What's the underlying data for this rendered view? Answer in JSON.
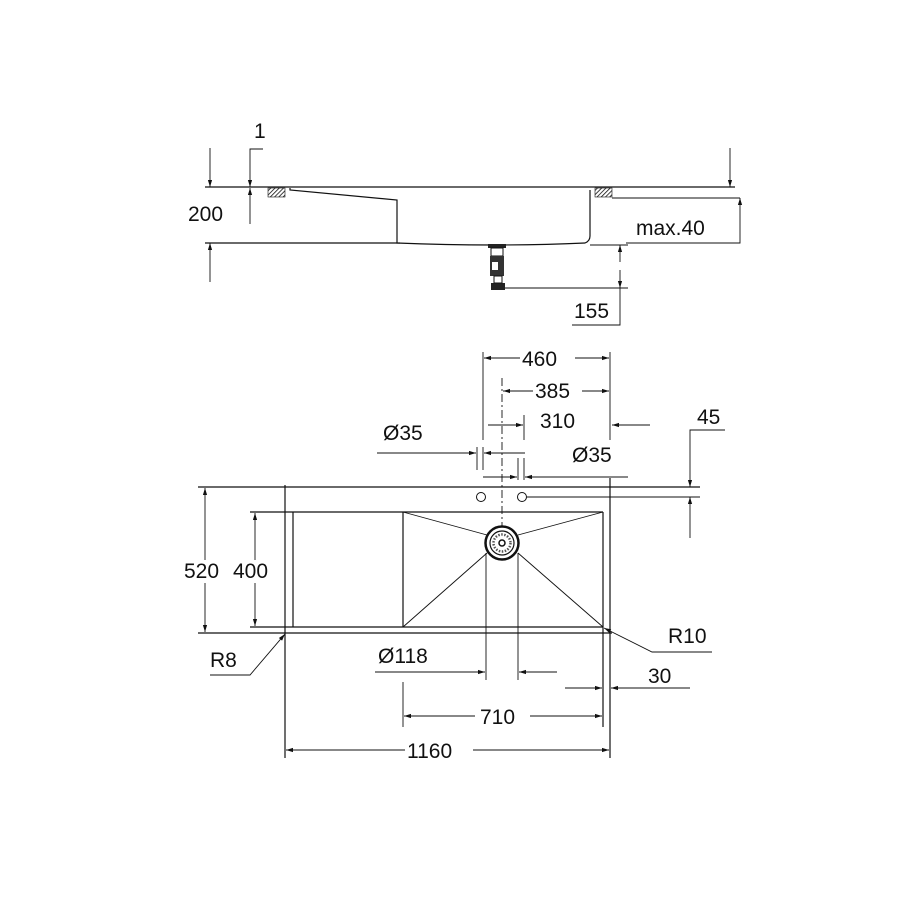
{
  "side_view": {
    "dim_thickness": "1",
    "dim_depth": "200",
    "dim_max_counter": "max.40",
    "dim_waste": "155"
  },
  "top_view": {
    "dim_tap_span": "460",
    "dim_tap_right": "385",
    "dim_tap_left": "310",
    "dim_hole_left": "Ø35",
    "dim_hole_right": "Ø35",
    "dim_tap_offset": "45",
    "dim_total_depth": "520",
    "dim_bowl_depth": "400",
    "dim_radius_outer": "R8",
    "dim_radius_bowl": "R10",
    "dim_drain": "Ø118",
    "dim_edge": "30",
    "dim_bowl_width": "710",
    "dim_total_width": "1160"
  }
}
